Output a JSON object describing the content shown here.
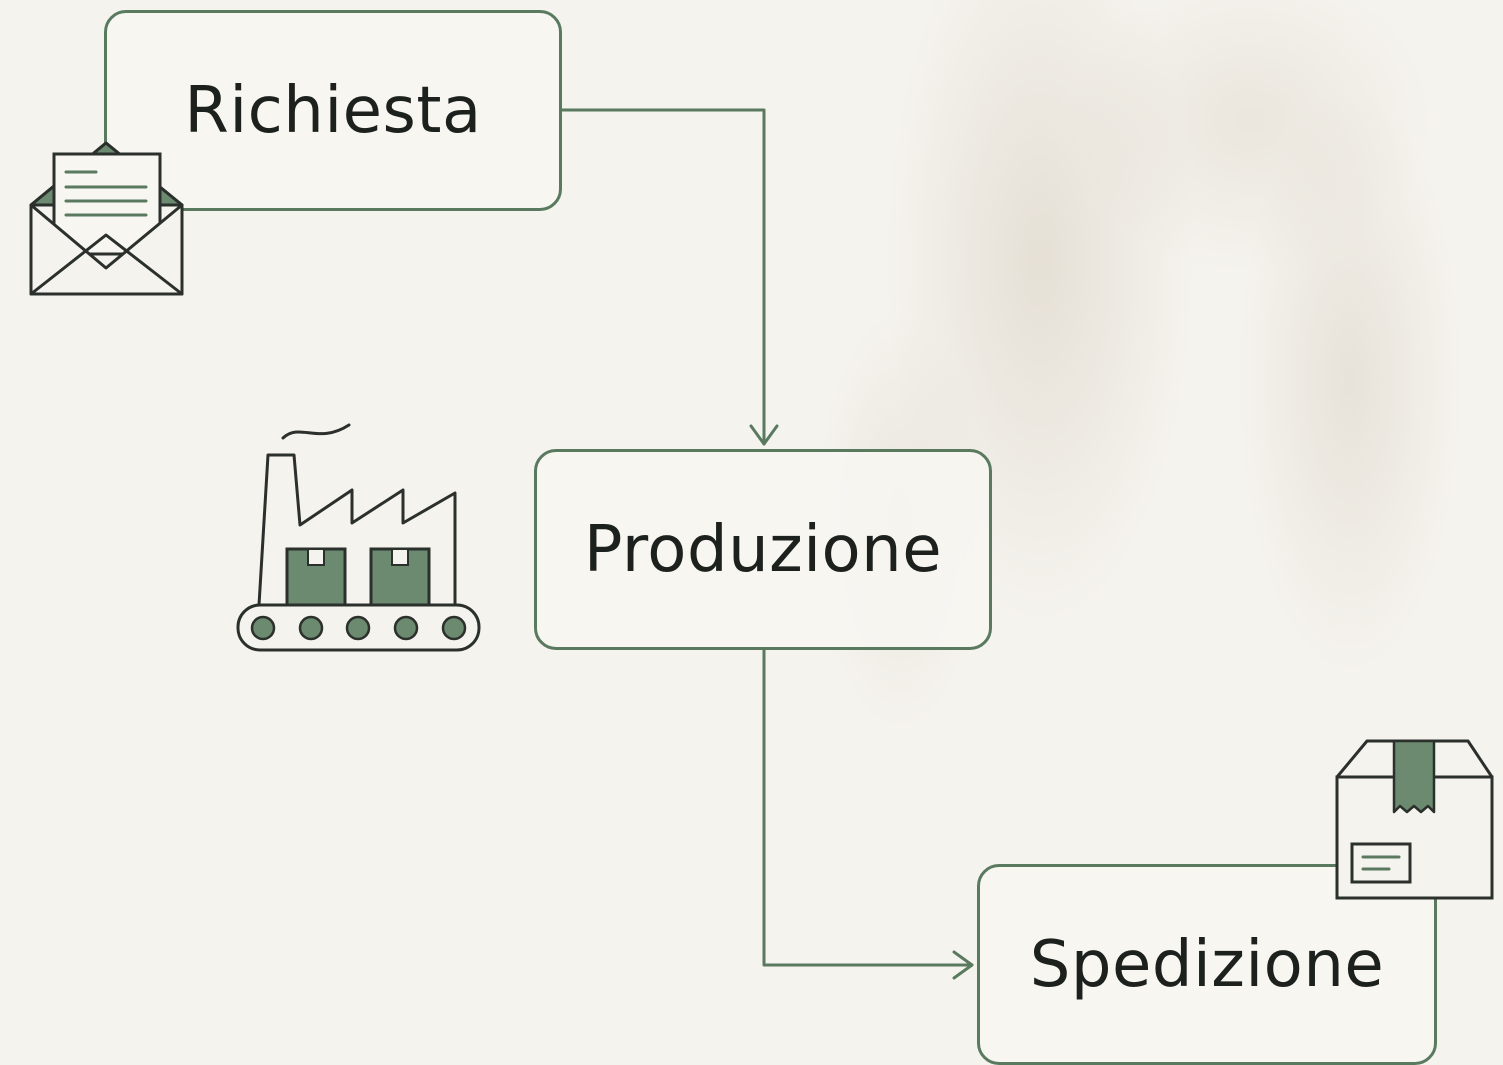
{
  "nodes": {
    "richiesta": "Richiesta",
    "produzione": "Produzione",
    "spedizione": "Spedizione"
  },
  "colors": {
    "line": "#5a7a60",
    "accent_fill": "#6b8a6f",
    "text": "#1d211e",
    "background": "#f5f3ee"
  },
  "icons": [
    "envelope-letter-icon",
    "factory-conveyor-icon",
    "package-box-icon"
  ]
}
